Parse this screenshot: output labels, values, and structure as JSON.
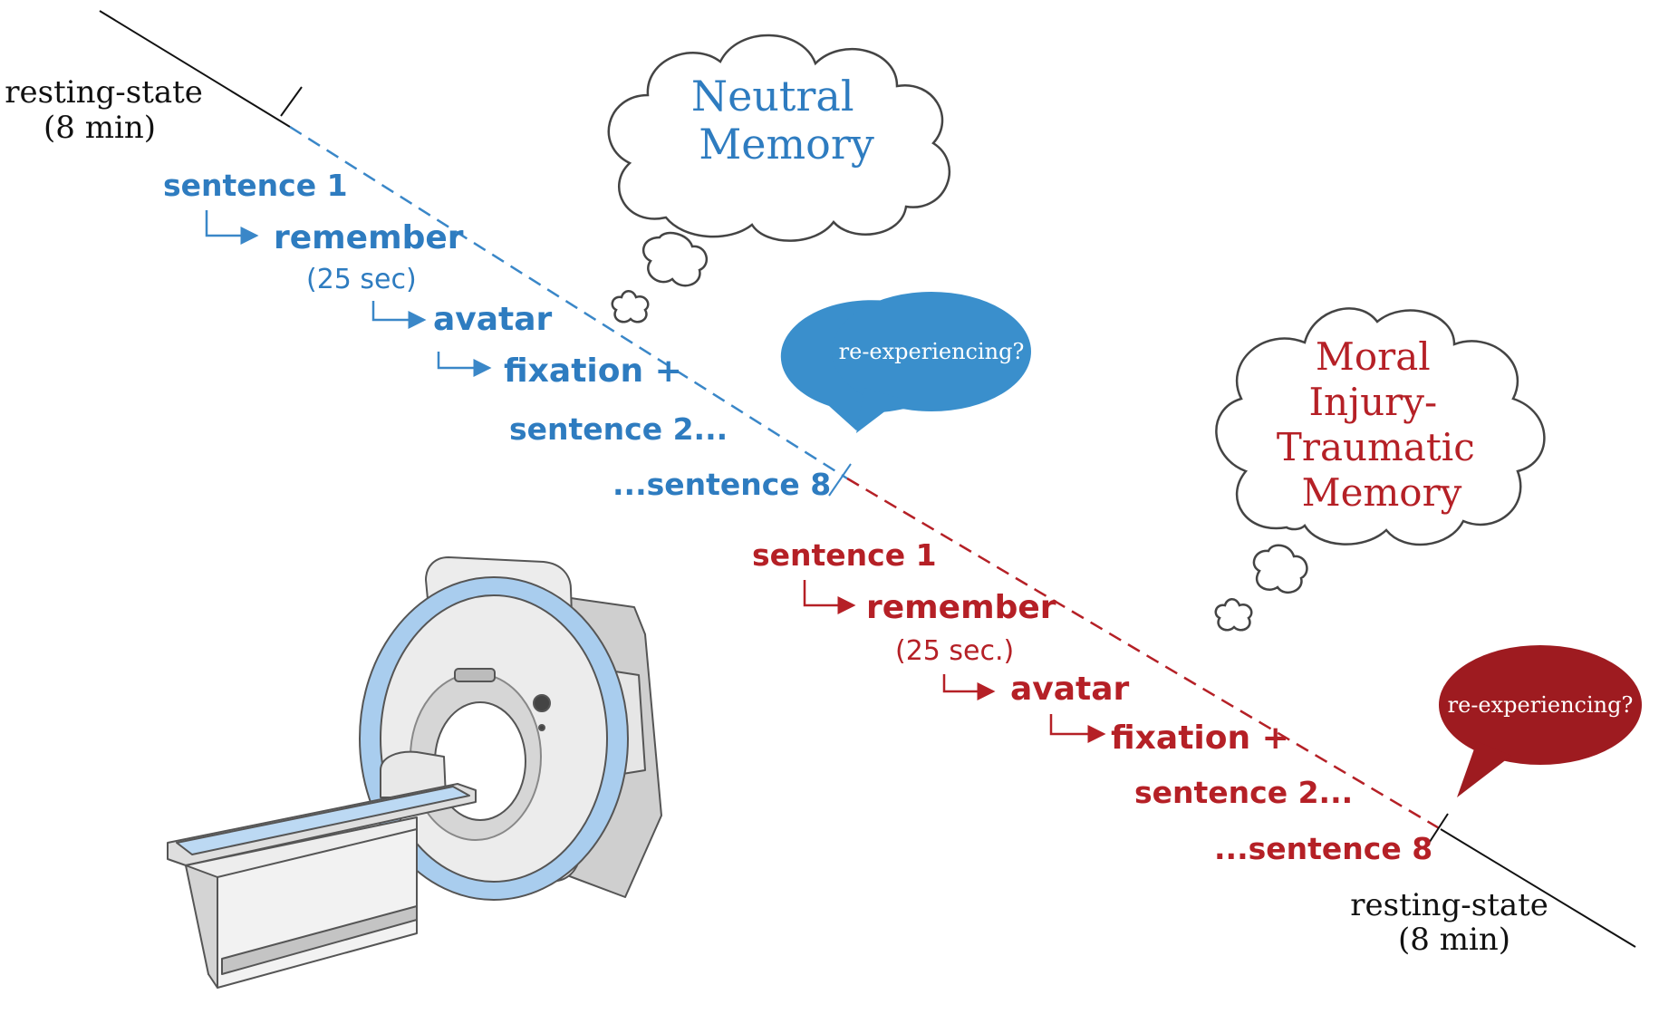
{
  "colors": {
    "neutral": "#3a87c8",
    "neutral_text": "#2e7cc0",
    "moral": "#b52026",
    "moral_bubble": "#9e1b20",
    "line": "#111111",
    "scanner_blue": "#a9cdee",
    "scanner_light": "#ececec",
    "scanner_mid": "#cfcfcf"
  },
  "start_rest": {
    "line1": "resting-state",
    "line2": "(8 min)"
  },
  "end_rest": {
    "line1": "resting-state",
    "line2": "(8 min)"
  },
  "neutral_block": {
    "thought_line1": "Neutral",
    "thought_line2": "Memory",
    "bubble": "re-experiencing?",
    "steps": {
      "sentence_1": "sentence 1",
      "remember": "remember",
      "duration": "(25 sec)",
      "avatar": "avatar",
      "fixation": "fixation +",
      "sentence_2": "sentence 2...",
      "sentence_8": "...sentence 8"
    }
  },
  "moral_block": {
    "thought_line1": "Moral",
    "thought_line2": "Injury-",
    "thought_line3": "Traumatic",
    "thought_line4": "Memory",
    "bubble": "re-experiencing?",
    "steps": {
      "sentence_1": "sentence 1",
      "remember": "remember",
      "duration": "(25 sec.)",
      "avatar": "avatar",
      "fixation": "fixation +",
      "sentence_2": "sentence 2...",
      "sentence_8": "...sentence 8"
    }
  },
  "scanner_icon": "mri-scanner-illustration"
}
